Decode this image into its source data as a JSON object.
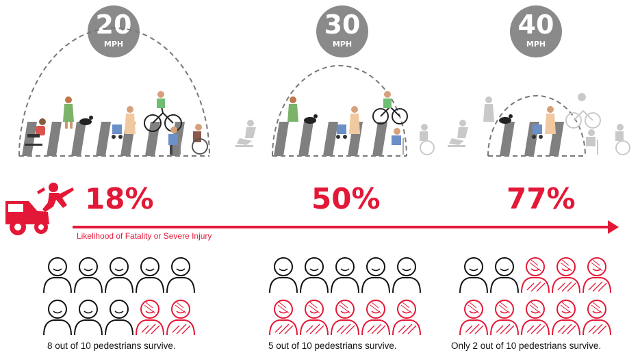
{
  "colors": {
    "accent": "#e31837",
    "badge": "#8a8a8a",
    "dash": "#777777",
    "stripe": "#7f7f7f",
    "muted": "#c9c9c9"
  },
  "speeds": [
    {
      "value": "20",
      "unit": "MPH",
      "percent": "18%",
      "survive": 8,
      "total": 10,
      "caption": "8 out of 10 pedestrians survive."
    },
    {
      "value": "30",
      "unit": "MPH",
      "percent": "50%",
      "survive": 5,
      "total": 10,
      "caption": "5 out of 10 pedestrians survive."
    },
    {
      "value": "40",
      "unit": "MPH",
      "percent": "77%",
      "survive": 2,
      "total": 10,
      "caption": "Only 2 out of 10 pedestrians survive."
    }
  ],
  "arrow_label": "Likelihood of Fatality or Severe Injury",
  "icons": {
    "car": "car-crash-icon",
    "survivor": "person-outline-icon",
    "injured": "injured-person-icon"
  }
}
